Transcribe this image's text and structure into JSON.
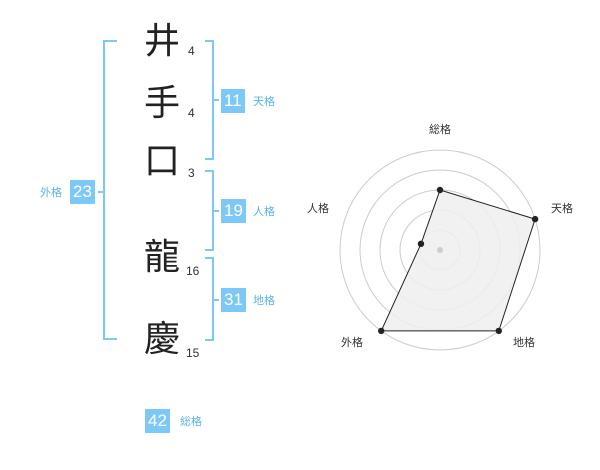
{
  "name_chars": [
    {
      "char": "井",
      "strokes": "4"
    },
    {
      "char": "手",
      "strokes": "4"
    },
    {
      "char": "口",
      "strokes": "3"
    },
    {
      "char": "龍",
      "strokes": "16"
    },
    {
      "char": "慶",
      "strokes": "15"
    }
  ],
  "fortune": {
    "tenkaku": {
      "value": "11",
      "label": "天格"
    },
    "jinkaku": {
      "value": "19",
      "label": "人格"
    },
    "chikaku": {
      "value": "31",
      "label": "地格"
    },
    "gaikaku": {
      "value": "23",
      "label": "外格"
    },
    "soukaku": {
      "value": "42",
      "label": "総格"
    }
  },
  "colors": {
    "accent": "#7cc8f6",
    "bracket": "#7cc8f6",
    "label": "#5ab3e8",
    "radar_fill": "#eeeeee",
    "radar_line": "#222222"
  },
  "chart_data": {
    "type": "radar",
    "axes": [
      "総格",
      "天格",
      "地格",
      "外格",
      "人格"
    ],
    "values": [
      3,
      5,
      5,
      5,
      1
    ],
    "rmax": 5,
    "rings": 5
  }
}
